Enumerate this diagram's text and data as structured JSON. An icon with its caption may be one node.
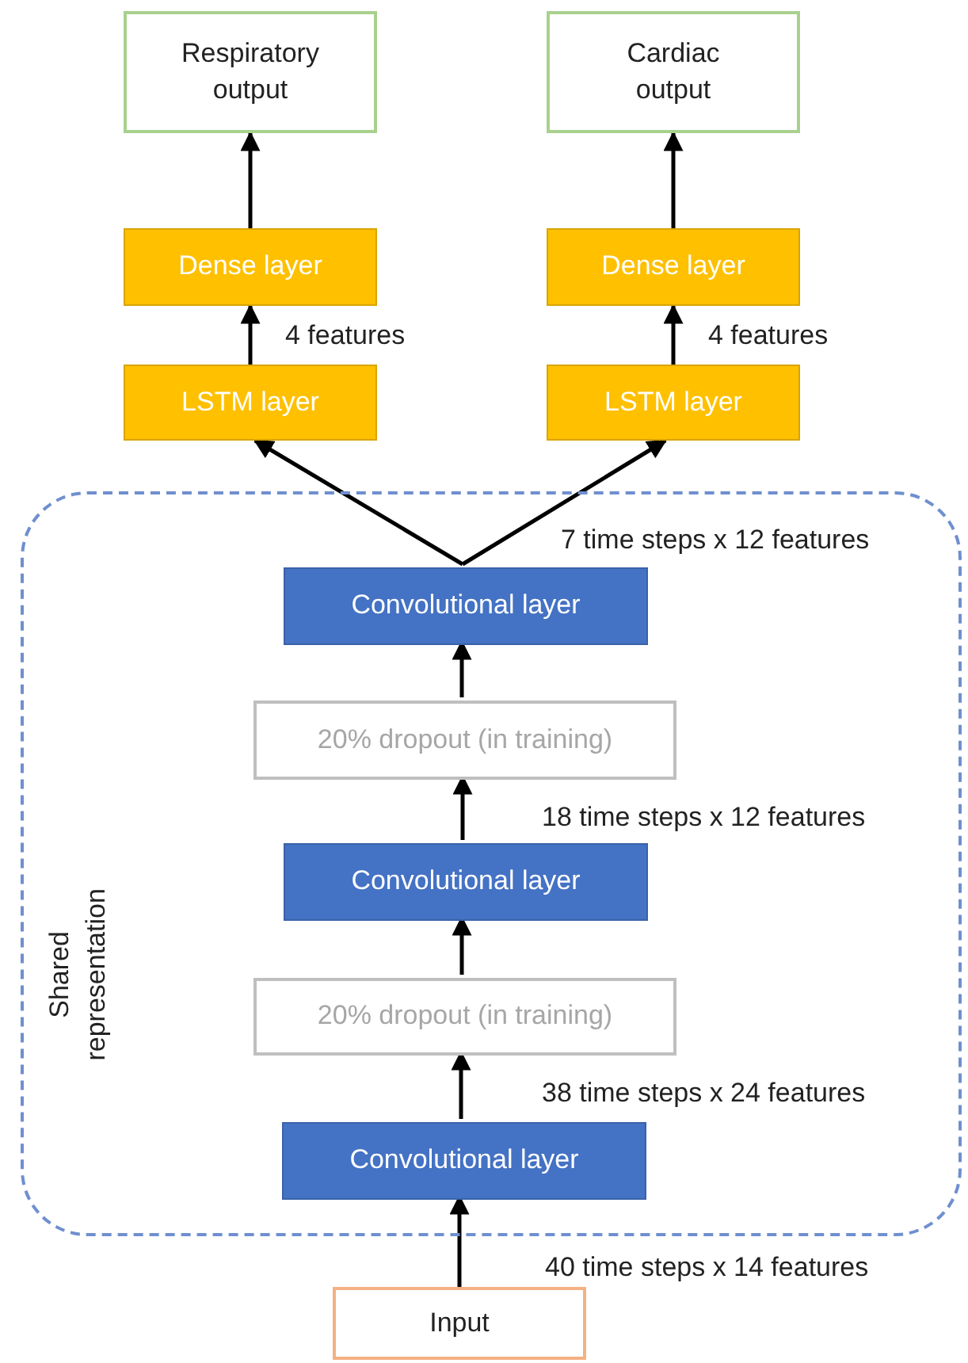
{
  "diagram": {
    "nodes": [
      {
        "text": [
          "Respiratory output"
        ]
      },
      {
        "text": [
          "Cardiac output"
        ]
      },
      {
        "text": [
          "Dense layer"
        ]
      },
      {
        "text": [
          "Dense layer"
        ]
      },
      {
        "text": [
          "LSTM layer"
        ]
      },
      {
        "text": [
          "LSTM layer"
        ]
      },
      {
        "text": [
          "Shared representation"
        ]
      },
      {
        "text": [
          "Convolutional layer"
        ],
        "in": 6
      },
      {
        "text": [
          "20% dropout (in training)"
        ],
        "in": 6
      },
      {
        "text": [
          "Convolutional layer"
        ],
        "in": 6
      },
      {
        "text": [
          "20% dropout (in training)"
        ],
        "in": 6
      },
      {
        "text": [
          "Convolutional layer"
        ],
        "in": 6
      },
      {
        "text": [
          "Input"
        ]
      }
    ],
    "edges": [
      {
        "from": 12,
        "to": 11,
        "arrow": "to",
        "label": "40 time steps x 14 features"
      },
      {
        "from": 11,
        "to": 10,
        "arrow": "to",
        "label": "38 time steps x 24 features"
      },
      {
        "from": 10,
        "to": 9,
        "arrow": "to"
      },
      {
        "from": 9,
        "to": 8,
        "arrow": "to",
        "label": "18 time steps x 12 features"
      },
      {
        "from": 8,
        "to": 7,
        "arrow": "to"
      },
      {
        "from": 7,
        "to": 4,
        "arrow": "to"
      },
      {
        "from": 7,
        "to": 5,
        "arrow": "to",
        "label": "7 time steps x 12 features"
      },
      {
        "from": 4,
        "to": 2,
        "arrow": "to",
        "label": "4 features"
      },
      {
        "from": 5,
        "to": 3,
        "arrow": "to",
        "label": "4 features"
      },
      {
        "from": 2,
        "to": 0,
        "arrow": "to"
      },
      {
        "from": 3,
        "to": 1,
        "arrow": "to"
      }
    ]
  }
}
